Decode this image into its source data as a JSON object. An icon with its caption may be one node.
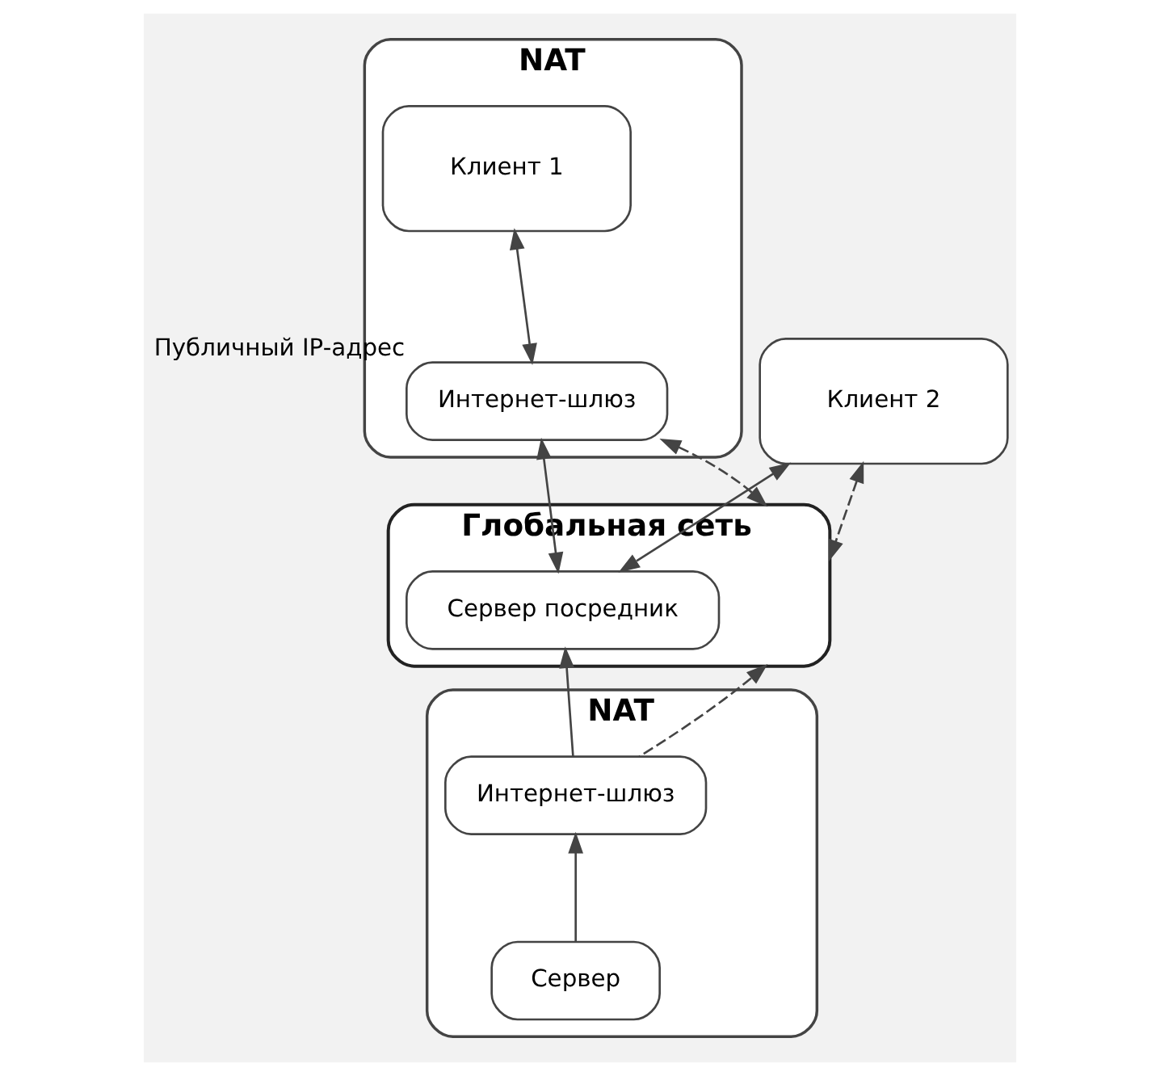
{
  "diagram": {
    "nodes": [
      {
        "text": [
          "NAT"
        ]
      },
      {
        "text": [
          "Клиент 1"
        ],
        "in": 0
      },
      {
        "text": [
          "Интернет-шлюз"
        ],
        "in": 0,
        "beside": [
          "Публичный IP-адрес"
        ]
      },
      {
        "text": [
          "Клиент 2"
        ]
      },
      {
        "text": [
          "Глобальная сеть"
        ]
      },
      {
        "text": [
          "Сервер посредник"
        ],
        "in": 4
      },
      {
        "text": [
          "NAT"
        ]
      },
      {
        "text": [
          "Интернет-шлюз"
        ],
        "in": 6
      },
      {
        "text": [
          "Сервер"
        ],
        "in": 6
      }
    ],
    "edges": [
      {
        "from": 2,
        "to": 1,
        "arrow": "both"
      },
      {
        "from": 2,
        "to": 4,
        "arrow": "both",
        "style": "dashed"
      },
      {
        "from": 2,
        "to": 5,
        "arrow": "both"
      },
      {
        "from": 4,
        "to": 3,
        "arrow": "both",
        "style": "dashed"
      },
      {
        "from": 3,
        "to": 5,
        "arrow": "both"
      },
      {
        "from": 7,
        "to": 4,
        "arrow": "to",
        "style": "dashed"
      },
      {
        "from": 7,
        "to": 5,
        "arrow": "to"
      },
      {
        "from": 8,
        "to": 7,
        "arrow": "to"
      }
    ]
  }
}
